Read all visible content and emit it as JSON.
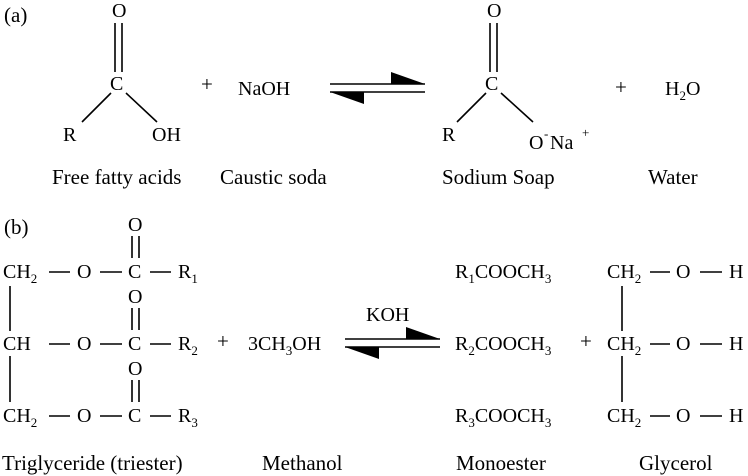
{
  "panel_a": {
    "label": "(a)",
    "reactant_1": {
      "carbonyl_O": "O",
      "central_C": "C",
      "R": "R",
      "OH": "OH",
      "name": "Free fatty acids"
    },
    "plus_1": "+",
    "reactant_2": {
      "formula": "NaOH",
      "name": "Caustic soda"
    },
    "product_1": {
      "carbonyl_O": "O",
      "central_C": "C",
      "R": "R",
      "O": "O",
      "neg": "-",
      "Na": "Na",
      "pos": "+",
      "name": "Sodium Soap"
    },
    "plus_2": "+",
    "product_2": {
      "H": "H",
      "sub": "2",
      "O": "O",
      "name": "Water"
    }
  },
  "panel_b": {
    "label": "(b)",
    "triglyceride": {
      "name": "Triglyceride (triester)",
      "rows": [
        {
          "left": "CH",
          "left_sub": "2",
          "O": "O",
          "carbonyl_O": "O",
          "C": "C",
          "R": "R",
          "r_sub": "1"
        },
        {
          "left": "CH",
          "left_sub": "",
          "O": "O",
          "carbonyl_O": "O",
          "C": "C",
          "R": "R",
          "r_sub": "2"
        },
        {
          "left": "CH",
          "left_sub": "2",
          "O": "O",
          "carbonyl_O": "O",
          "C": "C",
          "R": "R",
          "r_sub": "3"
        }
      ]
    },
    "plus_1": "+",
    "methanol": {
      "part1": "3CH",
      "sub": "3",
      "part2": "OH",
      "name": "Methanol"
    },
    "catalyst": "KOH",
    "monoester": {
      "name": "Monoester",
      "rows": [
        {
          "R": "R",
          "r_sub": "1",
          "mid": "COOCH",
          "end_sub": "3"
        },
        {
          "R": "R",
          "r_sub": "2",
          "mid": "COOCH",
          "end_sub": "3"
        },
        {
          "R": "R",
          "r_sub": "3",
          "mid": "COOCH",
          "end_sub": "3"
        }
      ]
    },
    "plus_2": "+",
    "glycerol": {
      "name": "Glycerol",
      "rows": [
        {
          "C": "CH",
          "sub": "2",
          "O": "O",
          "H": "H"
        },
        {
          "C": "CH",
          "sub": "2",
          "O": "O",
          "H": "H"
        },
        {
          "C": "CH",
          "sub": "2",
          "O": "O",
          "H": "H"
        }
      ]
    }
  }
}
